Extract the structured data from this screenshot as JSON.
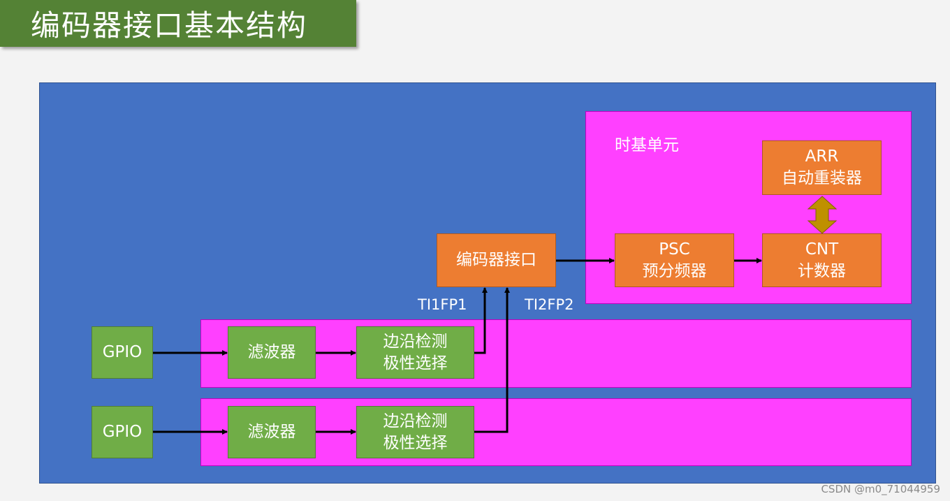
{
  "title": "编码器接口基本结构",
  "timebase": {
    "label": "时基单元"
  },
  "arr": {
    "line1": "ARR",
    "line2": "自动重装器"
  },
  "psc": {
    "line1": "PSC",
    "line2": "预分频器"
  },
  "cnt": {
    "line1": "CNT",
    "line2": "计数器"
  },
  "encoder": {
    "label": "编码器接口"
  },
  "signals": {
    "ti1": "TI1FP1",
    "ti2": "TI2FP2"
  },
  "channels": [
    {
      "gpio": "GPIO",
      "filter": "滤波器",
      "edge_line1": "边沿检测",
      "edge_line2": "极性选择"
    },
    {
      "gpio": "GPIO",
      "filter": "滤波器",
      "edge_line1": "边沿检测",
      "edge_line2": "极性选择"
    }
  ],
  "watermark": "CSDN @m0_71044959",
  "colors": {
    "title_bg": "#548235",
    "panel": "#4472c4",
    "region": "#ff40ff",
    "orange_box": "#ed7d31",
    "green_box": "#70ad47",
    "arrow": "#000000",
    "double_arrow": "#bf9000"
  }
}
